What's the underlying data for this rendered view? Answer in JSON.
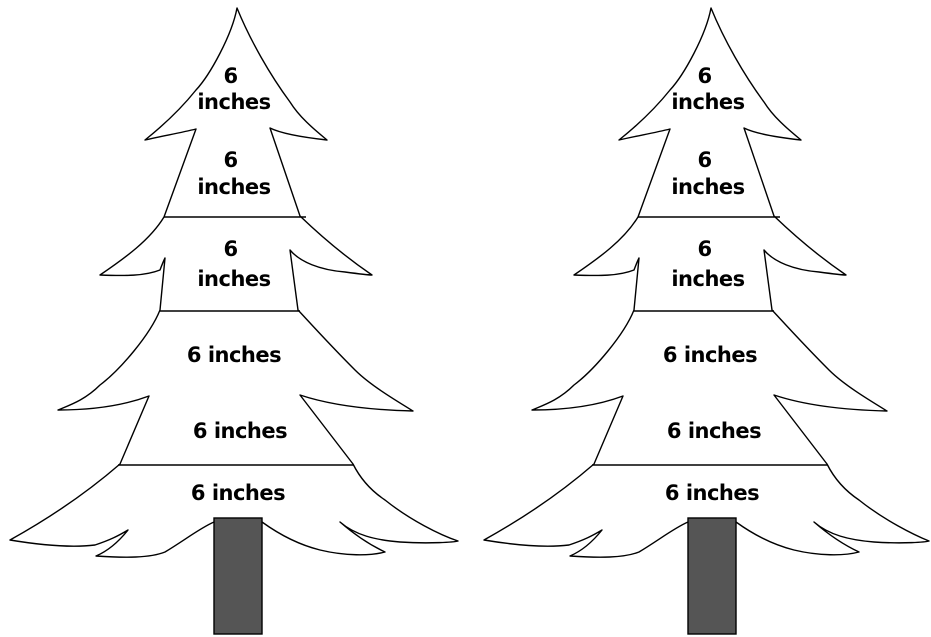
{
  "trees": [
    {
      "sections": [
        {
          "lines": [
            "6",
            "inches"
          ]
        },
        {
          "lines": [
            "6",
            "inches"
          ]
        },
        {
          "lines": [
            "6",
            "inches"
          ]
        },
        {
          "lines": [
            "6 inches"
          ]
        },
        {
          "lines": [
            "6 inches"
          ]
        },
        {
          "lines": [
            "6 inches"
          ]
        }
      ]
    },
    {
      "sections": [
        {
          "lines": [
            "6",
            "inches"
          ]
        },
        {
          "lines": [
            "6",
            "inches"
          ]
        },
        {
          "lines": [
            "6",
            "inches"
          ]
        },
        {
          "lines": [
            "6 inches"
          ]
        },
        {
          "lines": [
            "6 inches"
          ]
        },
        {
          "lines": [
            "6 inches"
          ]
        }
      ]
    }
  ],
  "colors": {
    "background": "#ffffff",
    "outline": "#000000",
    "trunk": "#555555"
  }
}
